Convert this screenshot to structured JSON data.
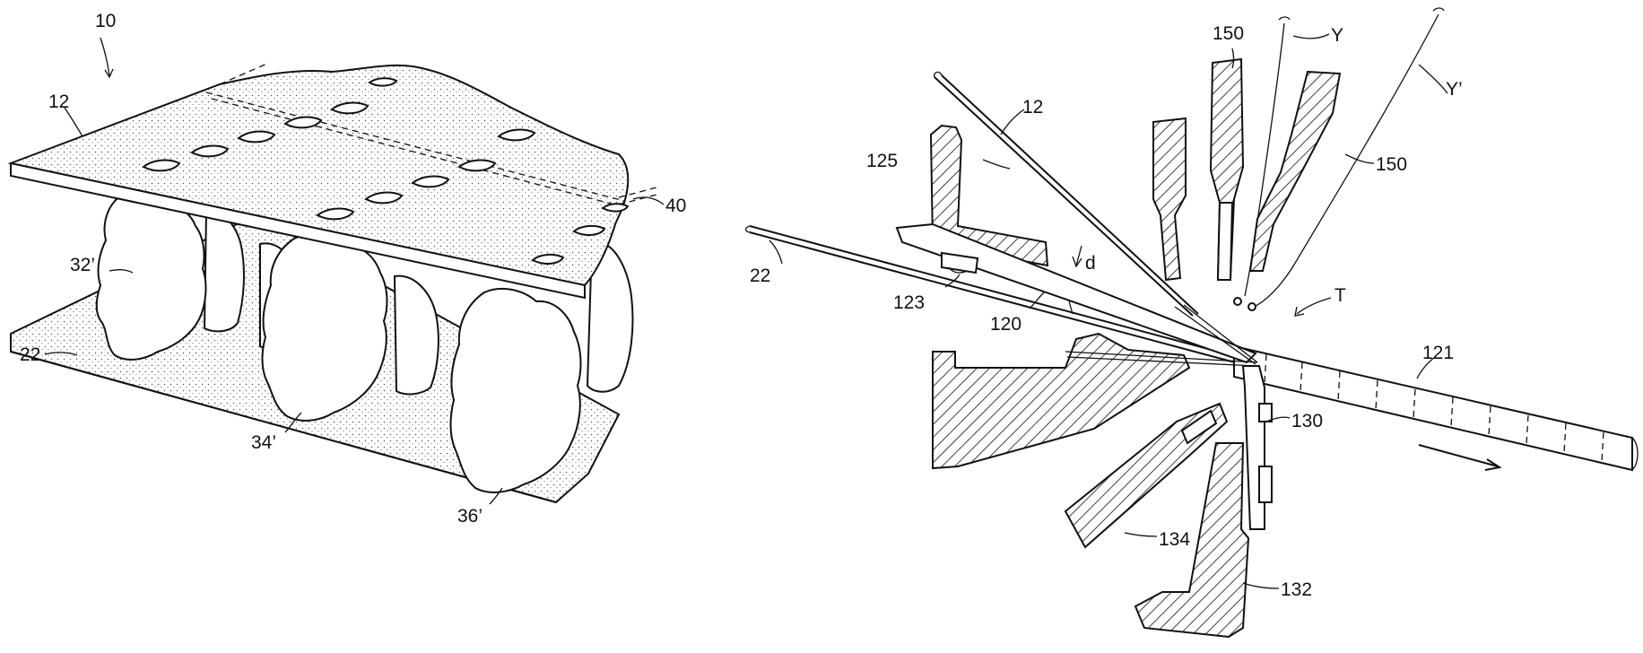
{
  "figure_left": {
    "labels": {
      "assembly": "10",
      "top_sheet": "12",
      "bottom_sheet": "22",
      "pad_a": "32’",
      "pad_b": "34’",
      "pad_c": "36’",
      "seam": "40"
    }
  },
  "figure_right": {
    "labels": {
      "sheet_12": "12",
      "sheet_22": "22",
      "part_125": "125",
      "part_123": "123",
      "part_120": "120",
      "gap_d": "d",
      "part_150_top": "150",
      "part_150_right": "150",
      "yarn_Y": "Y",
      "yarn_Yp": "Y’",
      "point_T": "T",
      "part_121": "121",
      "part_130": "130",
      "part_134": "134",
      "part_132": "132"
    }
  }
}
